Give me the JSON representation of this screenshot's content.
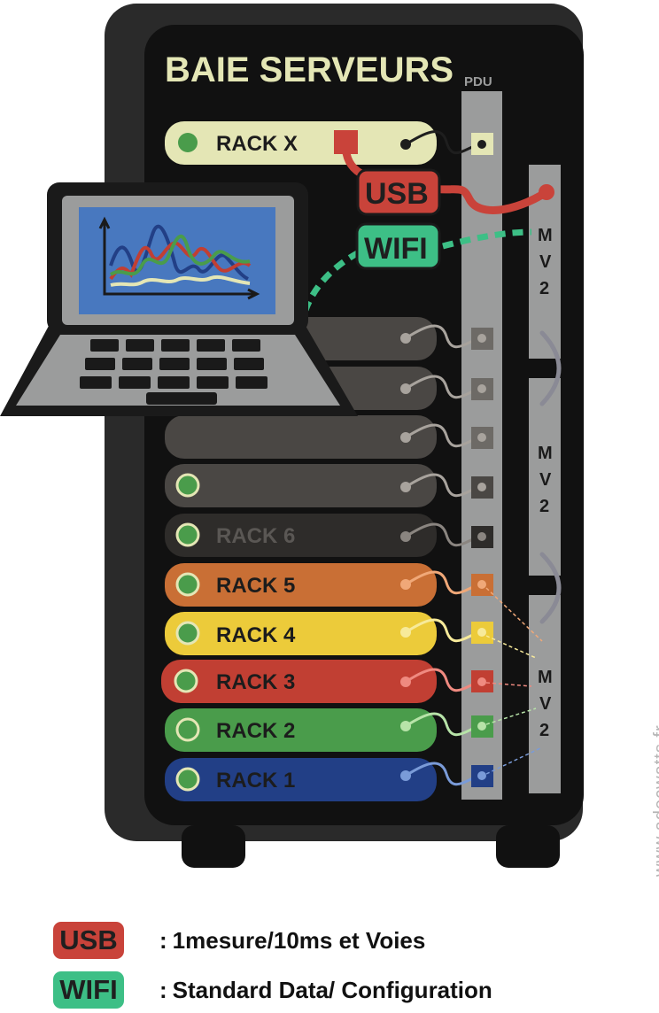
{
  "title": "BAIE SERVEURS",
  "pdu_label": "PDU",
  "mv_label": [
    "M",
    "V",
    "2"
  ],
  "usb_label": "USB",
  "wifi_label": "WIFI",
  "colors": {
    "usb": "#c9433a",
    "wifi": "#3dbf86",
    "rack_x": "#e4e6b5",
    "rack_6": "#2e2c2a",
    "rack_5": "#c96f35",
    "rack_4": "#eccb3a",
    "rack_3": "#c13f33",
    "rack_2": "#4a9c4b",
    "rack_1": "#223f86"
  },
  "racks": {
    "rack_x": "RACK X",
    "rack_6": "RACK 6",
    "rack_5": "RACK 5",
    "rack_4": "RACK 4",
    "rack_3": "RACK 3",
    "rack_2": "RACK 2",
    "rack_1": "RACK 1"
  },
  "legend": [
    {
      "badge": "USB",
      "sep": ":",
      "text": "1mesure/10ms et Voies",
      "color": "#c9433a"
    },
    {
      "badge": "WIFI",
      "sep": ":",
      "text": "Standard Data/ Configuration",
      "color": "#3dbf86"
    }
  ],
  "watermark": "www.adecwatts.fr"
}
